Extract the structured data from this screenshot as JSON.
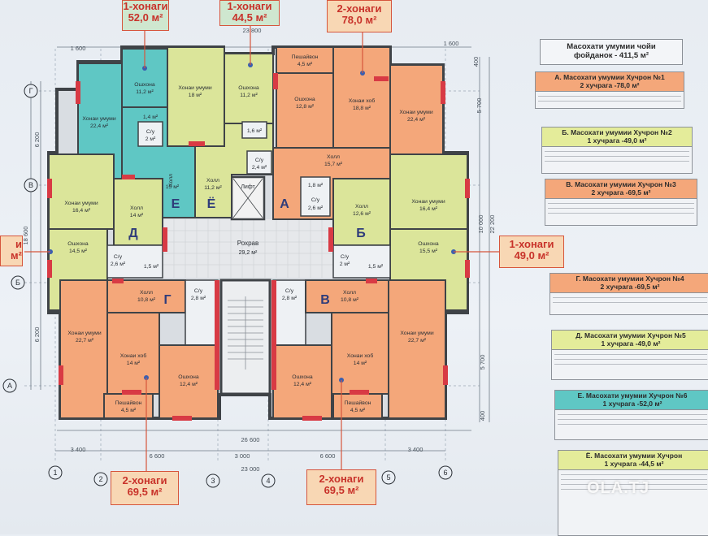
{
  "callouts": {
    "top_left": {
      "title": "1-хонаги",
      "area": "52,0 м²"
    },
    "top_mid": {
      "title": "1-хонаги",
      "area": "44,5 м²"
    },
    "top_right": {
      "title": "2-хонаги",
      "area": "78,0 м²"
    },
    "left_edge": {
      "title": "и",
      "area": "м²"
    },
    "right": {
      "title": "1-хонаги",
      "area": "49,0 м²"
    },
    "bottom_left": {
      "title": "2-хонаги",
      "area": "69,5 м²"
    },
    "bottom_right": {
      "title": "2-хонаги",
      "area": "69,5 м²"
    }
  },
  "dimensions": {
    "top_total": "23 800",
    "top_left_margin": "1 600",
    "top_right_margin": "1 600",
    "left_upper": "6 200",
    "left_total": "18 600",
    "left_lower": "6 200",
    "right_top": "400",
    "right_upper": "5 700",
    "right_mid": "10 000",
    "right_total": "22 200",
    "right_lower": "5 700",
    "right_bottom": "400",
    "bottom_total": "26 600",
    "bottom_segments": [
      "3 400",
      "6 600",
      "3 000",
      "6 600",
      "3 400"
    ],
    "bottom_axis_total": "23 000"
  },
  "axes": {
    "rows": [
      "Г",
      "В",
      "Б",
      "А"
    ],
    "cols": [
      "1",
      "2",
      "3",
      "4",
      "5",
      "6"
    ]
  },
  "apartments": {
    "A": "А",
    "B": "Б",
    "V": "В",
    "G": "Г",
    "D": "Д",
    "E": "Е",
    "Yo1": "Ё",
    "Yo2": "Ё"
  },
  "rooms": {
    "corridor": {
      "name": "Рохрав",
      "area": "29,2 м²"
    },
    "lift": {
      "name": "Лифт"
    },
    "e_living": {
      "name": "Хонаи умуми",
      "area": "22,4 м²"
    },
    "e_kitchen": {
      "name": "Ошхона",
      "area": "11,2 м²"
    },
    "e_hall": {
      "name": "Холл",
      "area": "15 м²"
    },
    "e_bath": {
      "name": "С/у",
      "area": "2 м²"
    },
    "e_small": {
      "area": "1,4 м²"
    },
    "yo_living": {
      "name": "Хонаи умуми",
      "area": "18 м²"
    },
    "yo_kitchen": {
      "name": "Ошхона",
      "area": "11,2 м²"
    },
    "yo_hall": {
      "name": "Холл",
      "area": "11,2 м²"
    },
    "yo_bath": {
      "name": "С/у",
      "area": "2,4 м²"
    },
    "yo_small": {
      "area": "1,6 м²"
    },
    "a_balcony": {
      "name": "Пешайвон",
      "area": "4,5 м²"
    },
    "a_kitchen": {
      "name": "Ошхона",
      "area": "12,8 м²"
    },
    "a_bedroom": {
      "name": "Хонаи хоб",
      "area": "18,8 м²"
    },
    "a_living": {
      "name": "Хонаи умуми",
      "area": "22,4 м²"
    },
    "a_hall": {
      "name": "Холл",
      "area": "15,7 м²"
    },
    "a_bath": {
      "name": "С/у",
      "area": "2,6 м²"
    },
    "a_small": {
      "area": "1,8 м²"
    },
    "d_living": {
      "name": "Хонаи умуми",
      "area": "16,4 м²"
    },
    "d_hall": {
      "name": "Холл",
      "area": "14 м²"
    },
    "d_kitchen": {
      "name": "Ошхона",
      "area": "14,5 м²"
    },
    "d_bath": {
      "name": "С/у",
      "area": "2,6 м²"
    },
    "d_small": {
      "area": "1,5 м²"
    },
    "b_hall": {
      "name": "Холл",
      "area": "12,6 м²"
    },
    "b_living": {
      "name": "Хонаи умуми",
      "area": "16,4 м²"
    },
    "b_kitchen": {
      "name": "Ошхона",
      "area": "15,5 м²"
    },
    "b_bath": {
      "name": "С/у",
      "area": "2 м²"
    },
    "b_small": {
      "area": "1,5 м²"
    },
    "g_hall": {
      "name": "Холл",
      "area": "10,8 м²"
    },
    "g_bath": {
      "name": "С/у",
      "area": "2,8 м²"
    },
    "g_living": {
      "name": "Хонаи умуми",
      "area": "22,7 м²"
    },
    "g_bedroom": {
      "name": "Хонаи хоб",
      "area": "14 м²"
    },
    "g_kitchen": {
      "name": "Ошхона",
      "area": "12,4 м²"
    },
    "g_balcony": {
      "name": "Пешайвон",
      "area": "4,5 м²"
    },
    "v_hall": {
      "name": "Холл",
      "area": "10,8 м²"
    },
    "v_bath": {
      "name": "С/у",
      "area": "2,8 м²"
    },
    "v_living": {
      "name": "Хонаи умуми",
      "area": "22,7 м²"
    },
    "v_bedroom": {
      "name": "Хонаи хоб",
      "area": "14 м²"
    },
    "v_kitchen": {
      "name": "Ошхона",
      "area": "12,4 м²"
    },
    "v_balcony": {
      "name": "Пешайвон",
      "area": "4,5 м²"
    }
  },
  "legend": {
    "title_line1": "Масохати умумии чойи",
    "title_line2": "фойданок - 411,5 м²",
    "cards": [
      {
        "line1": "А. Масохати умумии Хучрон №1",
        "line2": "2 хучрага  -78,0 м²",
        "color": "#f4a77a"
      },
      {
        "line1": "Б. Масохати умумии Хучрон №2",
        "line2": "1 хучрага  -49,0 м²",
        "color": "#e4ec9a"
      },
      {
        "line1": "В. Масохати умумии Хучрон №3",
        "line2": "2 хучрага  -69,5 м²",
        "color": "#f4a77a"
      },
      {
        "line1": "Г. Масохати умумии Хучрон №4",
        "line2": "2 хучрага  -69,5 м²",
        "color": "#f4a77a"
      },
      {
        "line1": "Д. Масохати умумии Хучрон №5",
        "line2": "1 хучрага  -49,0 м²",
        "color": "#e4ec9a"
      },
      {
        "line1": "Е. Масохати умумии Хучрон №6",
        "line2": "1 хучрага  -52,0 м²",
        "color": "#5fc7c4"
      },
      {
        "line1": "Ё. Масохати умумии Хучрон",
        "line2": "1 хучрага  -44,5 м²",
        "color": "#e4ec9a"
      }
    ]
  },
  "watermark": "OLA.TJ",
  "colors": {
    "orange": "#f4a77a",
    "green": "#dbe59a",
    "teal": "#5fc7c4",
    "wall": "#3f4347",
    "accent_red": "#d83a44",
    "marker_blue": "#3a5fb0"
  }
}
